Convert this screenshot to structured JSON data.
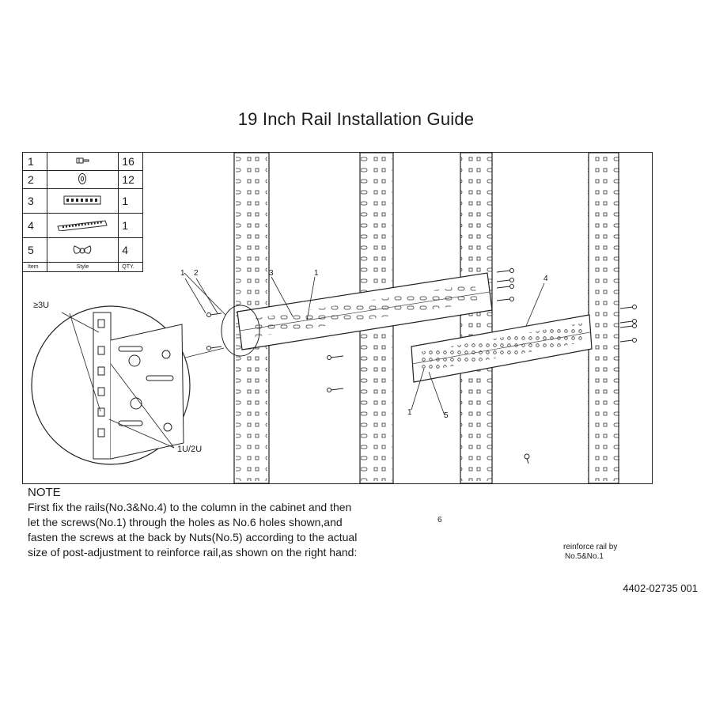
{
  "title": "19 Inch Rail Installation Guide",
  "parts_table": {
    "rows": [
      {
        "item": "1",
        "qty": "16",
        "icon": "screw-icon"
      },
      {
        "item": "2",
        "qty": "12",
        "icon": "washer-icon"
      },
      {
        "item": "3",
        "qty": "1",
        "icon": "short-rail-icon"
      },
      {
        "item": "4",
        "qty": "1",
        "icon": "long-rail-icon"
      },
      {
        "item": "5",
        "qty": "4",
        "icon": "wing-nut-icon"
      }
    ],
    "headers": {
      "item": "Item",
      "style": "Style",
      "qty": "QTY."
    }
  },
  "callouts": {
    "c1a": "1",
    "c2": "2",
    "c3": "3",
    "c1b": "1",
    "c4": "4",
    "c1c": "1",
    "c5": "5",
    "c6": "6"
  },
  "detail": {
    "label_top": "≥3U",
    "label_bottom": "1U/2U"
  },
  "note": {
    "title": "NOTE",
    "text": "First fix the rails(No.3&No.4) to the column in the cabinet and then\nlet the screws(No.1) through the holes as No.6 holes shown,and\nfasten the screws at the back by Nuts(No.5) according to the actual\nsize of post-adjustment to reinforce rail,as shown on the right hand:"
  },
  "inset": {
    "label_line1": "reinforce rail by",
    "label_line2": "No.5&No.1"
  },
  "doc_number": "4402-02735 001"
}
